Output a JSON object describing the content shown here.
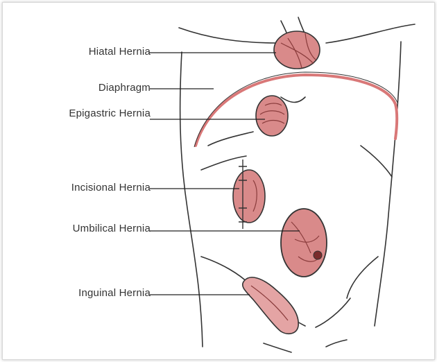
{
  "labels": {
    "hiatal": "Hiatal Hernia",
    "diaphragm": "Diaphragm",
    "epigastric": "Epigastric Hernia",
    "incisional": "Incisional Hernia",
    "umbilical": "Umbilical Hernia",
    "inguinal": "Inguinal Hernia"
  },
  "colors": {
    "hernia_fill": "#d98a8a",
    "hernia_dark": "#b85c5c",
    "line": "#222222",
    "diaphragm": "#d97878"
  }
}
